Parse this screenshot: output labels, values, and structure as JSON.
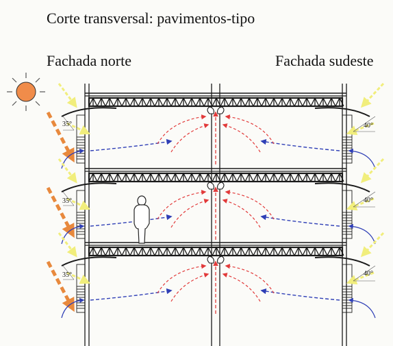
{
  "title": "Corte transversal: pavimentos-tipo",
  "facade_north": "Fachada norte",
  "facade_southeast": "Fachada sudeste",
  "angle_north": "35°",
  "angle_southeast": "40°",
  "floors_count": 3,
  "colors": {
    "sun": "#f08c4a",
    "sun_ray": "#e8893d",
    "sky_light": "#f1ee7c",
    "warm_air": "#e23a3a",
    "cool_air": "#2f3fb6",
    "structure": "#1a1a1a"
  }
}
